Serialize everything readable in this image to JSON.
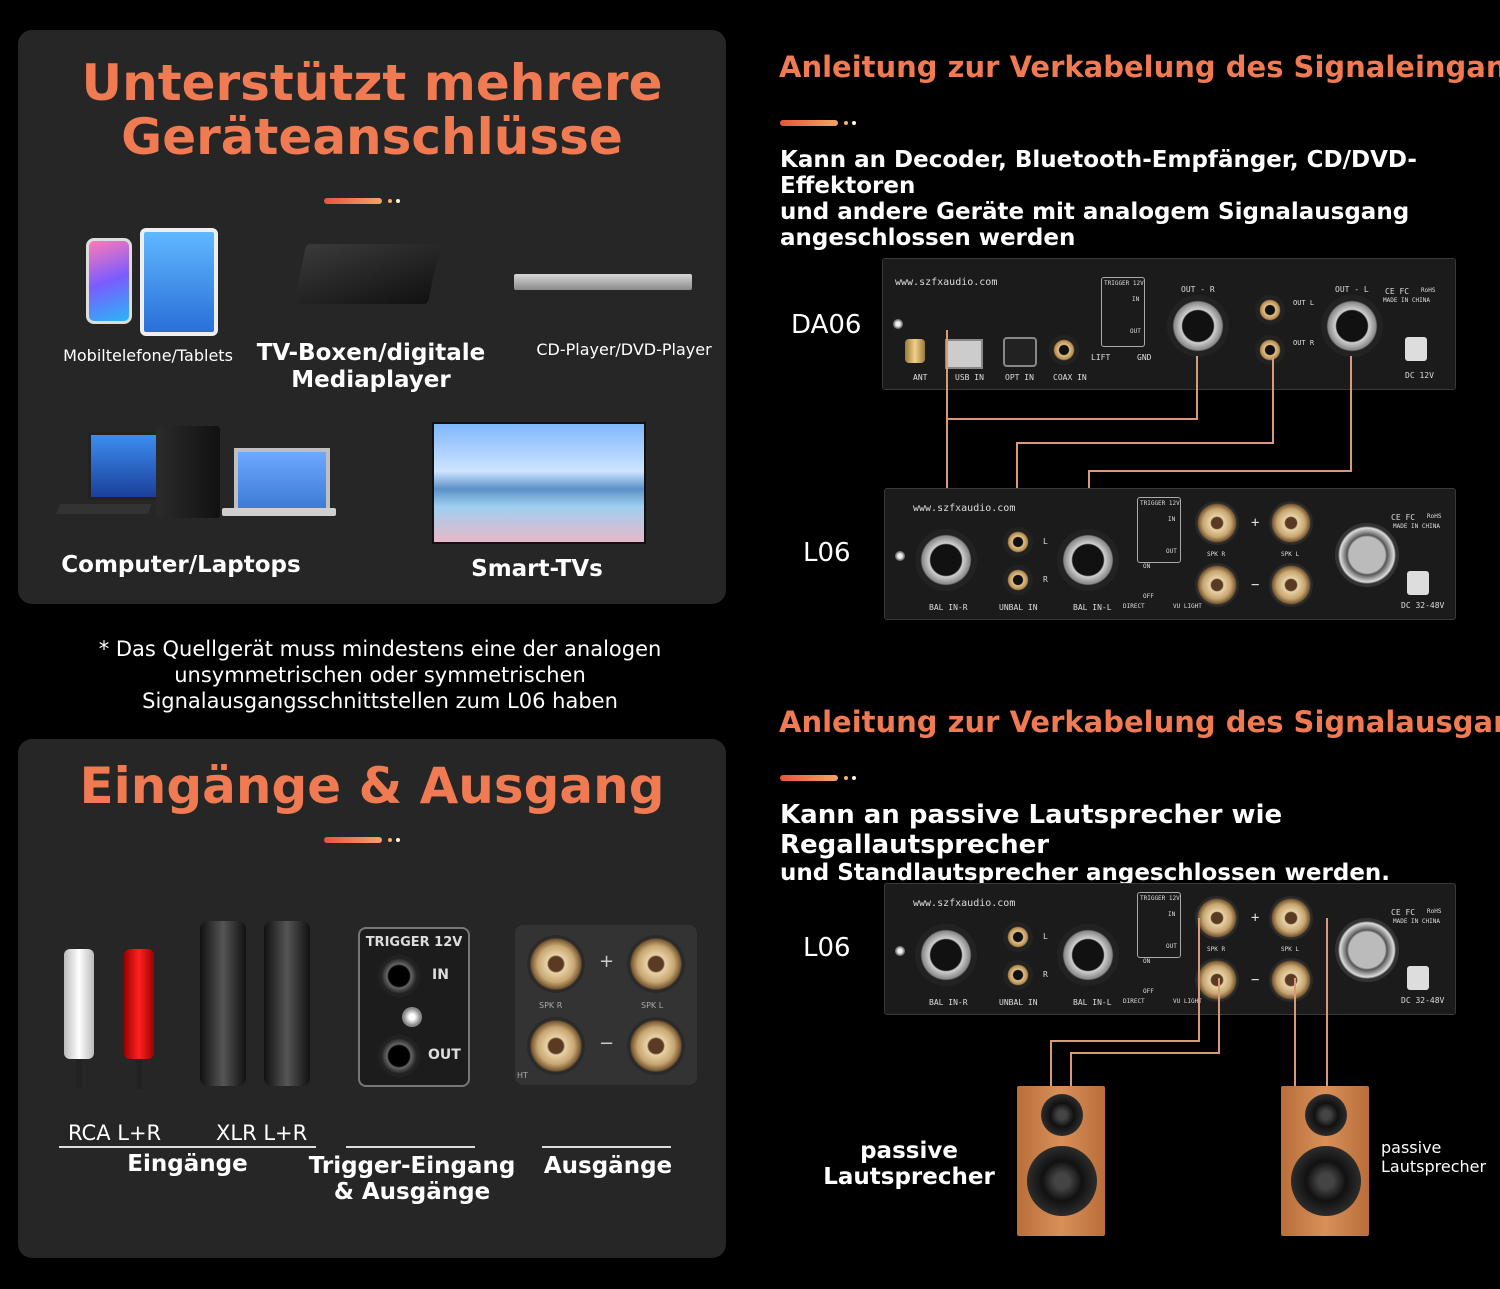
{
  "left_top": {
    "title_line1": "Unterstützt mehrere",
    "title_line2": "Geräteanschlüsse",
    "devices": {
      "mobile": "Mobiltelefone/Tablets",
      "tvbox_line1": "TV-Boxen/digitale",
      "tvbox_line2": "Mediaplayer",
      "cd": "CD-Player/DVD-Player",
      "computer": "Computer/Laptops",
      "tv": "Smart-TVs"
    }
  },
  "footnote": {
    "line1": "* Das Quellgerät muss mindestens eine der analogen",
    "line2": "unsymmetrischen oder symmetrischen",
    "line3": "Signalausgangsschnittstellen zum L06 haben"
  },
  "left_bottom": {
    "title": "Eingänge & Ausgang",
    "rca": "RCA L+R",
    "xlr": "XLR L+R",
    "inputs": "Eingänge",
    "trigger_line1": "Trigger-Eingang",
    "trigger_line2": "& Ausgänge",
    "outputs": "Ausgänge",
    "trigger_panel": {
      "title": "TRIGGER 12V",
      "in": "IN",
      "out": "OUT"
    },
    "spk": {
      "r": "SPK R",
      "l": "SPK L",
      "plus": "+",
      "minus": "−",
      "cut": "HT"
    }
  },
  "input_guide": {
    "title": "Anleitung zur Verkabelung des Signaleingangs",
    "desc_line1": "Kann an Decoder, Bluetooth-Empfänger, CD/DVD-Effektoren",
    "desc_line2": "und andere Geräte mit analogem Signalausgang",
    "desc_line3": "angeschlossen werden",
    "label_da06": "DA06",
    "label_l06": "L06"
  },
  "output_guide": {
    "title": "Anleitung zur Verkabelung des Signalausgangs",
    "desc_line1": "Kann an passive Lautsprecher wie Regallautsprecher",
    "desc_line2": "und Standlautsprecher angeschlossen werden.",
    "label_l06": "L06",
    "speaker_left_line1": "passive",
    "speaker_left_line2": "Lautsprecher",
    "speaker_right_line1": "passive",
    "speaker_right_line2": "Lautsprecher"
  },
  "da06_panel": {
    "url": "www.szfxaudio.com",
    "ant": "ANT",
    "usb": "USB IN",
    "opt": "OPT IN",
    "coax": "COAX IN",
    "trigger": "TRIGGER 12V",
    "in": "IN",
    "out": "OUT",
    "lift": "LIFT",
    "gnd": "GND",
    "out_r": "OUT - R",
    "out_l": "OUT - L",
    "out_l_short": "OUT L",
    "out_r_short": "OUT R",
    "ce": "CE FC",
    "rohs": "RoHS",
    "made": "MADE IN CHINA",
    "dc": "DC 12V"
  },
  "l06_panel": {
    "url": "www.szfxaudio.com",
    "bal_r": "BAL IN-R",
    "unbal": "UNBAL IN",
    "bal_l": "BAL IN-L",
    "l": "L",
    "r": "R",
    "trigger": "TRIGGER 12V",
    "in": "IN",
    "out": "OUT",
    "on": "ON",
    "off": "OFF",
    "direct": "DIRECT",
    "vu": "VU LIGHT",
    "spk_r": "SPK R",
    "spk_l": "SPK L",
    "plus": "+",
    "minus": "−",
    "ce": "CE FC",
    "rohs": "RoHS",
    "made": "MADE IN CHINA",
    "dc": "DC 32-48V"
  },
  "colors": {
    "accent": "#f07a52",
    "panel": "#262626",
    "wire": "#d99a7a"
  }
}
